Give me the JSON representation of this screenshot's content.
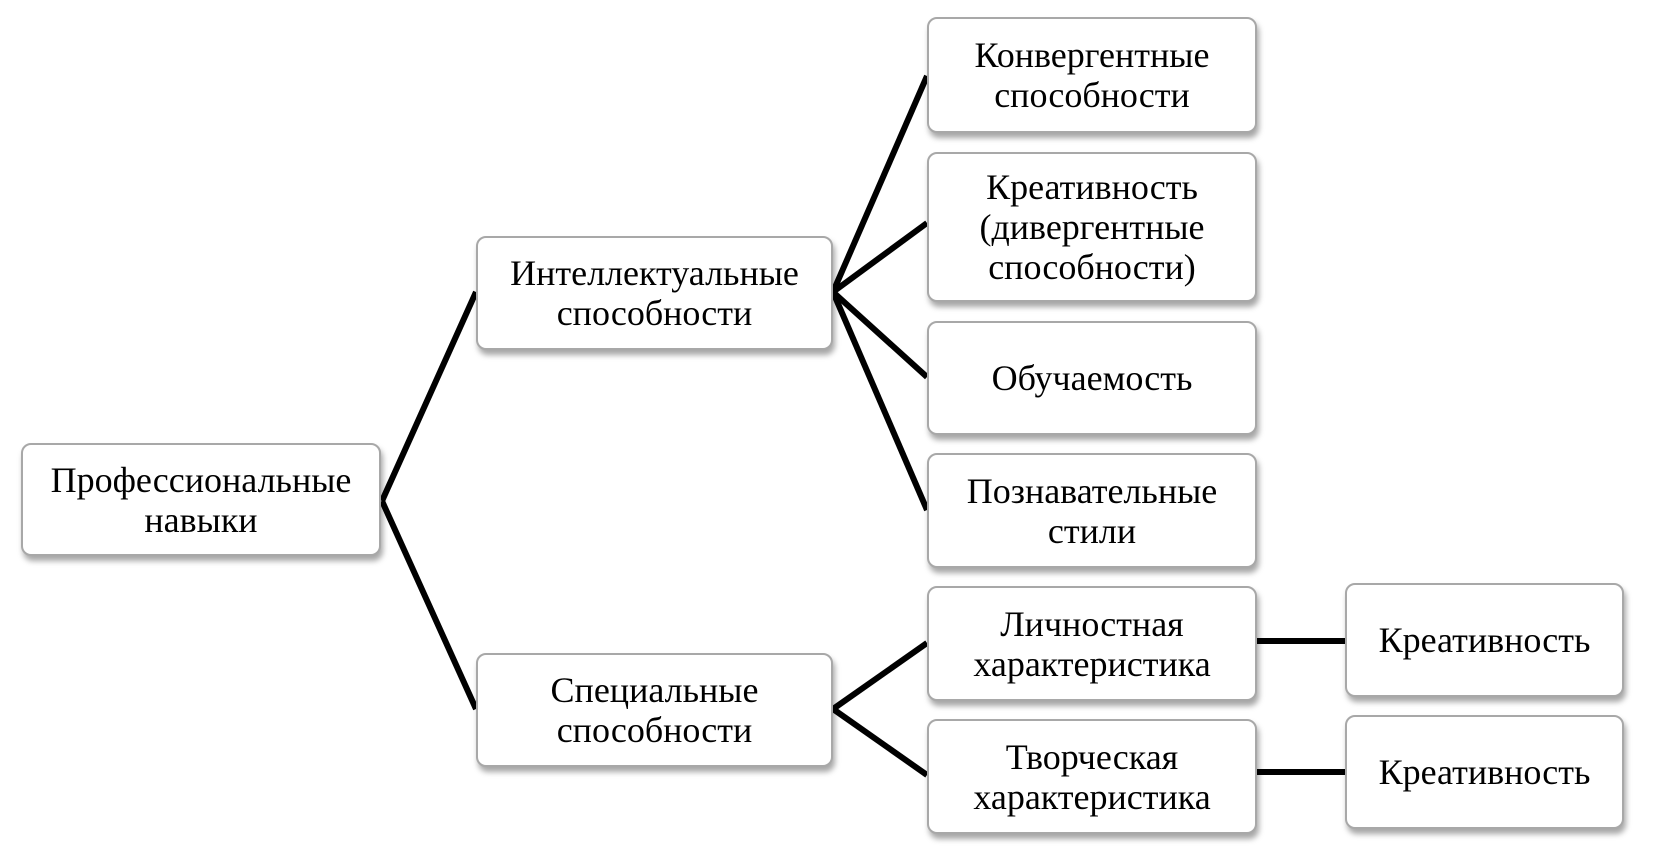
{
  "diagram": {
    "root": "Профессиональные\nнавыки",
    "intellectual": "Интеллектуальные\nспособности",
    "special": "Специальные\nспособности",
    "convergent": "Конвергентные\nспособности",
    "creativity_divergent": "Креативность\n(дивергентные\nспособности)",
    "learnability": "Обучаемость",
    "cognitive_styles": "Познавательные\nстили",
    "personal_characteristic": "Личностная\nхарактеристика",
    "creative_characteristic": "Творческая\nхарактеристика",
    "creativity_1": "Креативность",
    "creativity_2": "Креативность"
  },
  "colors": {
    "line": "#000000",
    "border": "#a8a8a8"
  }
}
